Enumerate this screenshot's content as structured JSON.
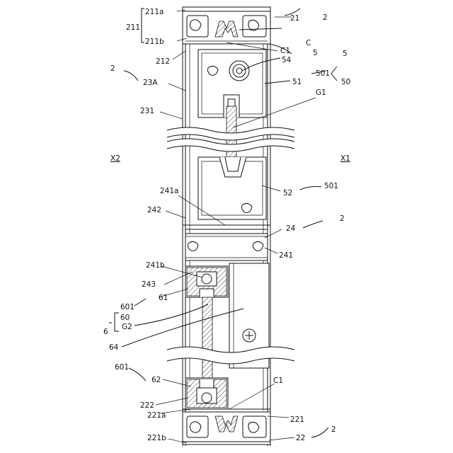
{
  "labels": {
    "l_211a": "211a",
    "l_211": "211",
    "l_211b": "211b",
    "l_21": "21",
    "l_2_top": "2",
    "l_C": "C",
    "l_C1_top": "C1",
    "l_5_a": "5",
    "l_5_b": "5",
    "l_212": "212",
    "l_54": "54",
    "l_2_left": "2",
    "l_23A": "23A",
    "l_501_top": "501",
    "l_50": "50",
    "l_51": "51",
    "l_G1": "G1",
    "l_231": "231",
    "l_X2": "X2",
    "l_X1": "X1",
    "l_52": "52",
    "l_501_mid": "501",
    "l_241a": "241a",
    "l_242": "242",
    "l_24": "24",
    "l_2_mid": "2",
    "l_241": "241",
    "l_241b": "241b",
    "l_243": "243",
    "l_601_mid": "601",
    "l_61": "61",
    "l_60": "60",
    "l_6": "6",
    "l_G2": "G2",
    "l_64": "64",
    "l_601_low": "601",
    "l_62": "62",
    "l_C1_low": "C1",
    "l_222": "222",
    "l_221a": "221a",
    "l_221": "221",
    "l_221b": "221b",
    "l_22": "22",
    "l_2_bot": "2"
  }
}
